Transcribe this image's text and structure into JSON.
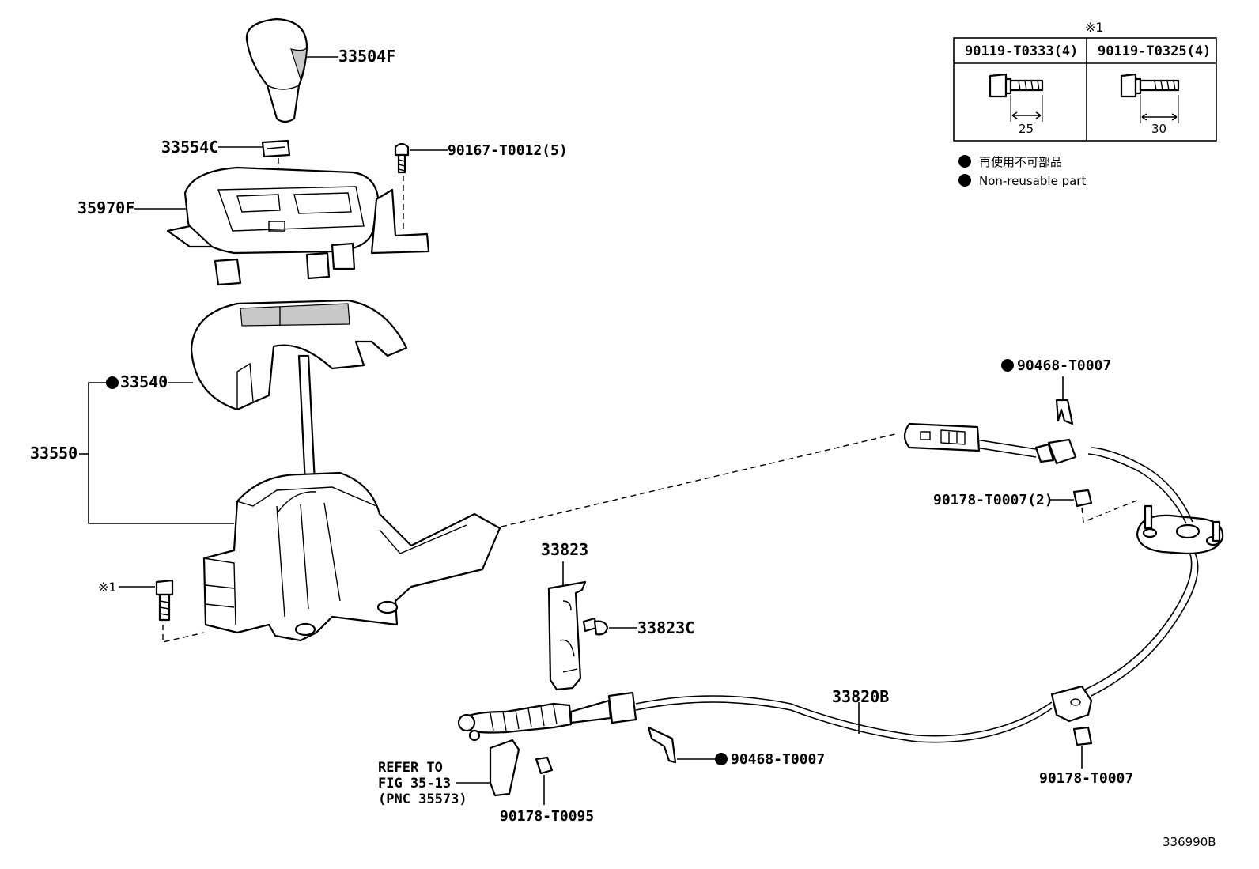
{
  "diagram_id": "336990B",
  "note_mark": "※1",
  "labels": {
    "knob": "33504F",
    "clip": "33554C",
    "screw": "90167-T0012(5)",
    "housing_cover": "35970F",
    "indicator": "33540",
    "shift_assy": "33550",
    "bolt_ref": "※1",
    "bracket": "33823",
    "bracket_bolt": "33823C",
    "cable": "33820B",
    "clip_top": "90468-T0007",
    "nut_double": "90178-T0007(2)",
    "clip_bottom": "90468-T0007",
    "nut_bottom_right": "90178-T0007",
    "nut_bottom": "90178-T0095",
    "refer_line1": "REFER TO",
    "refer_line2": "FIG 35-13",
    "refer_line3": "(PNC 35573)"
  },
  "bolt_table": {
    "note": "※1",
    "columns": [
      {
        "part": "90119-T0333(4)",
        "length": "25"
      },
      {
        "part": "90119-T0325(4)",
        "length": "30"
      }
    ]
  },
  "legend": {
    "jp": "再使用不可部品",
    "en": "Non-reusable part"
  }
}
